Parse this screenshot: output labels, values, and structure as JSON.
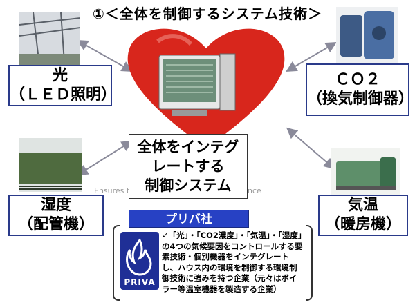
{
  "title": "①＜全体を制御するシステム技術＞",
  "boxes": {
    "light": {
      "line1": "光",
      "line2": "（ＬＥＤ照明）"
    },
    "co2": {
      "line1": "ＣＯ２",
      "line2": "（換気制御器）"
    },
    "humidity": {
      "line1": "湿度",
      "line2": "（配管機）"
    },
    "temperature": {
      "line1": "気温",
      "line2": "（暖房機）"
    }
  },
  "center": {
    "line1": "全体をインテグ",
    "line2": "レートする",
    "line3": "制御システム"
  },
  "faint_text": {
    "left": "Ensures t",
    "right": "nce"
  },
  "priva": {
    "banner": "プリバ社",
    "logo_text": "PRIVA",
    "description": "✓「光」・「CO2濃度」・「気温」・「湿度」の4つの気候要因をコントロールする要素技術・個別機器をインテグレートし、ハウス内の環境を制御する環境制御技術に強みを持つ企業（元々はボイラー等温室機器を製造する企業）"
  },
  "colors": {
    "heart": "#d8261c",
    "box_border": "#2a3a8a",
    "banner": "#2741c4",
    "logo": "#1f2f96"
  }
}
